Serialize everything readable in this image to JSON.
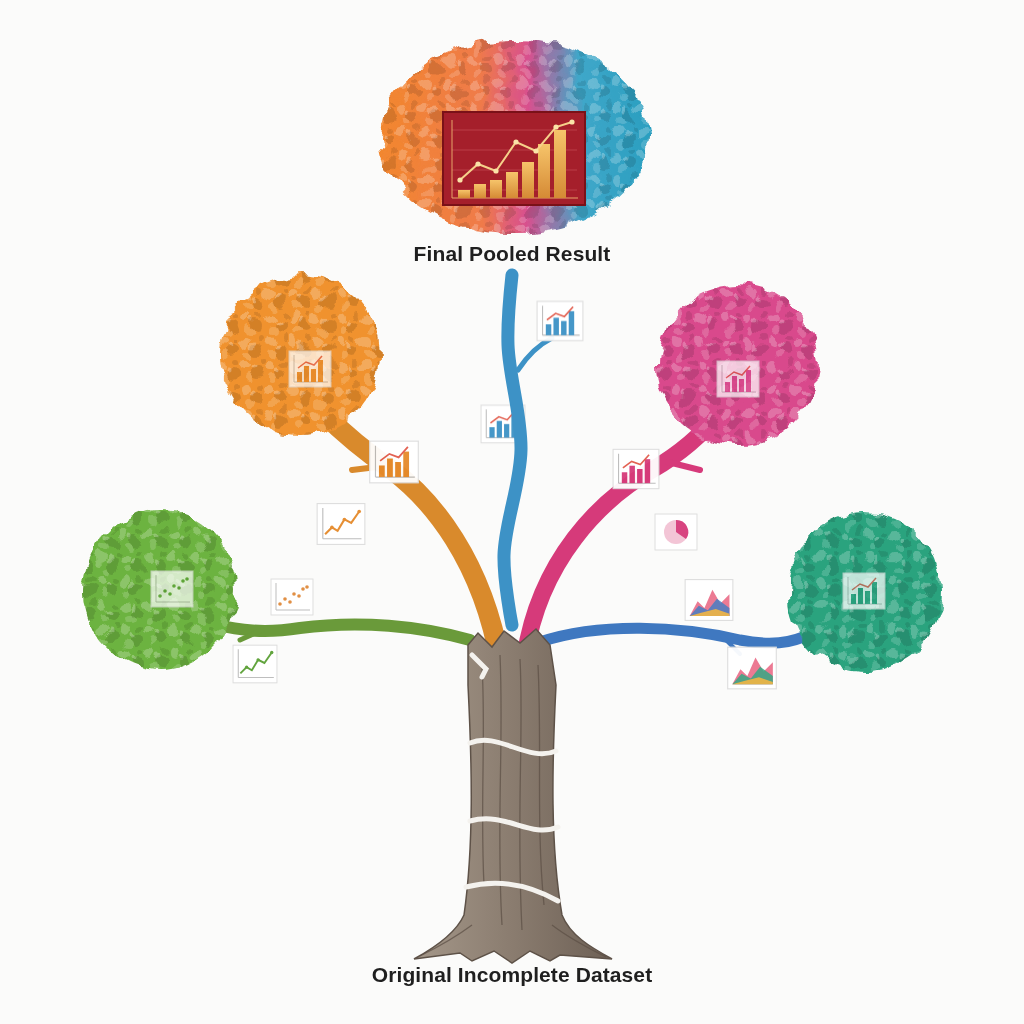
{
  "diagram": {
    "nodes": [
      {
        "text": [
          "Final Pooled Result"
        ]
      },
      {
        "text": [
          "Original Incomplete Dataset"
        ]
      }
    ],
    "edges": [
      {
        "from": 1,
        "to": 0,
        "arrow": "none"
      }
    ]
  }
}
